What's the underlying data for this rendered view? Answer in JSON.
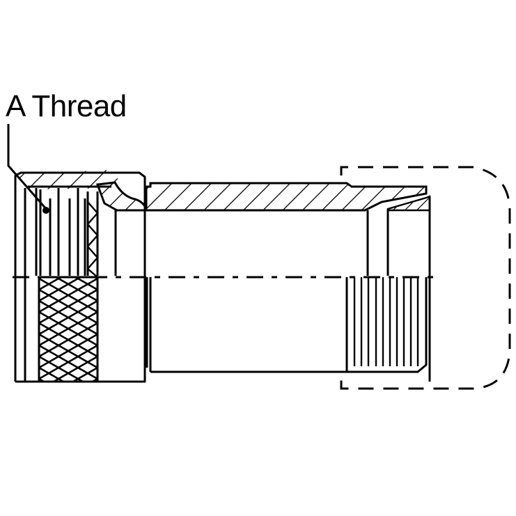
{
  "drawing": {
    "title": "Connector backshell cross-section drawing",
    "callout_label": "A Thread",
    "colors": {
      "line": "#000000",
      "background": "#ffffff"
    },
    "features": [
      "knurled coupling nut",
      "hatched section body",
      "center line",
      "threaded end",
      "dashed phantom outline"
    ]
  }
}
